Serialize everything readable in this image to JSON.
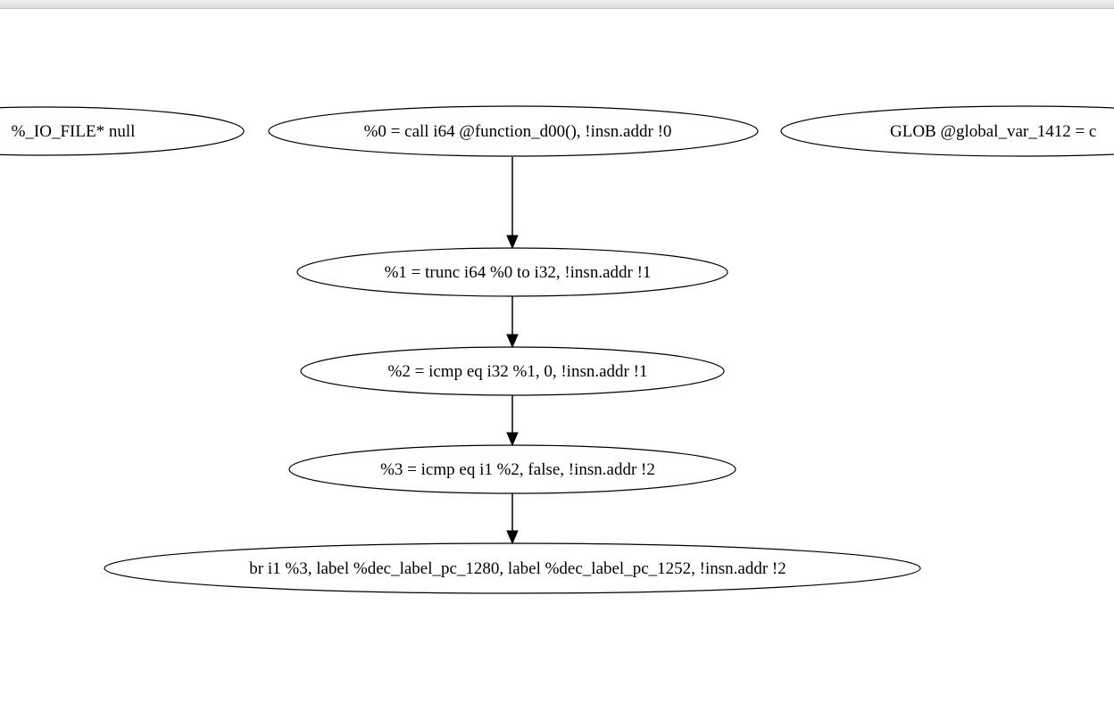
{
  "window": {
    "title": ""
  },
  "graph": {
    "nodes": [
      {
        "id": "n_io_file",
        "label": "%_IO_FILE* null"
      },
      {
        "id": "n0",
        "label": "%0 = call i64 @function_d00(), !insn.addr !0"
      },
      {
        "id": "n_glob",
        "label": "GLOB @global_var_1412 = c"
      },
      {
        "id": "n1",
        "label": "%1 = trunc i64 %0 to i32, !insn.addr !1"
      },
      {
        "id": "n2",
        "label": "%2 = icmp eq i32 %1, 0, !insn.addr !1"
      },
      {
        "id": "n3",
        "label": "%3 = icmp eq i1 %2, false, !insn.addr !2"
      },
      {
        "id": "n4",
        "label": "br i1 %3, label %dec_label_pc_1280, label %dec_label_pc_1252, !insn.addr !2"
      }
    ],
    "edges": [
      {
        "from": "n0",
        "to": "n1"
      },
      {
        "from": "n1",
        "to": "n2"
      },
      {
        "from": "n2",
        "to": "n3"
      },
      {
        "from": "n3",
        "to": "n4"
      }
    ]
  }
}
